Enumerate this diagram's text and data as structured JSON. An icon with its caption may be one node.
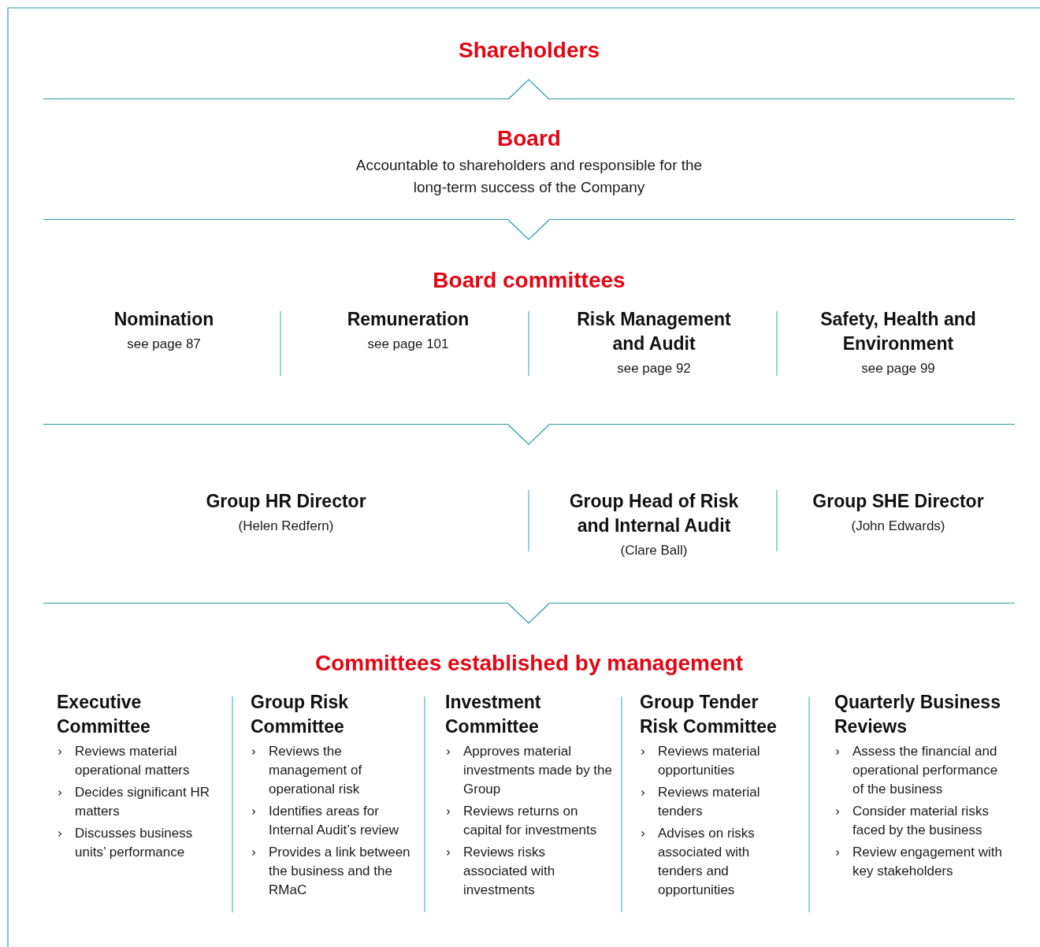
{
  "diagram": {
    "nodes": [
      {
        "text": [
          "Shareholders"
        ]
      },
      {
        "text": [
          "Board",
          "Accountable to shareholders and responsible for the long-term success of the Company"
        ]
      },
      {
        "text": [
          "Board committees"
        ]
      },
      {
        "text": [
          "Nomination",
          "see page 87"
        ],
        "in": 2
      },
      {
        "text": [
          "Remuneration",
          "see page 101"
        ],
        "in": 2
      },
      {
        "text": [
          "Risk Management and Audit",
          "see page 92"
        ],
        "in": 2
      },
      {
        "text": [
          "Safety, Health and Environment",
          "see page 99"
        ],
        "in": 2
      },
      {
        "text": [],
        "shape": "box"
      },
      {
        "text": [
          "Group HR Director",
          "(Helen Redfern)"
        ],
        "in": 7
      },
      {
        "text": [
          "Group Head of Risk and Internal Audit",
          "(Clare Ball)"
        ],
        "in": 7
      },
      {
        "text": [
          "Group SHE Director",
          "(John Edwards)"
        ],
        "in": 7
      },
      {
        "text": [
          "Committees established by management"
        ]
      },
      {
        "text": [
          "Executive Committee",
          "Reviews material operational matters",
          "Decides significant HR matters",
          "Discusses business units’ performance"
        ],
        "in": 11
      },
      {
        "text": [
          "Group Risk Committee",
          "Reviews the management of operational risk",
          "Identifies areas for Internal Audit’s review",
          "Provides a link between the business and the RMaC"
        ],
        "in": 11
      },
      {
        "text": [
          "Investment Committee",
          "Approves material investments made by the Group",
          "Reviews returns on capital for investments",
          "Reviews risks associated with investments"
        ],
        "in": 11
      },
      {
        "text": [
          "Group Tender Risk Committee",
          "Reviews material opportunities",
          "Reviews material tenders",
          "Advises on risks associated with tenders and opportunities"
        ],
        "in": 11
      },
      {
        "text": [
          "Quarterly Business Reviews",
          "Assess the financial and operational performance of the business",
          "Consider material risks faced by the business",
          "Review engagement with key stakeholders"
        ],
        "in": 11
      }
    ],
    "edges": [
      {
        "from": 1,
        "to": 0,
        "arrow": "to"
      },
      {
        "from": 1,
        "to": 2,
        "arrow": "to"
      },
      {
        "from": 2,
        "to": 7,
        "arrow": "to"
      },
      {
        "from": 7,
        "to": 11,
        "arrow": "to"
      }
    ]
  }
}
